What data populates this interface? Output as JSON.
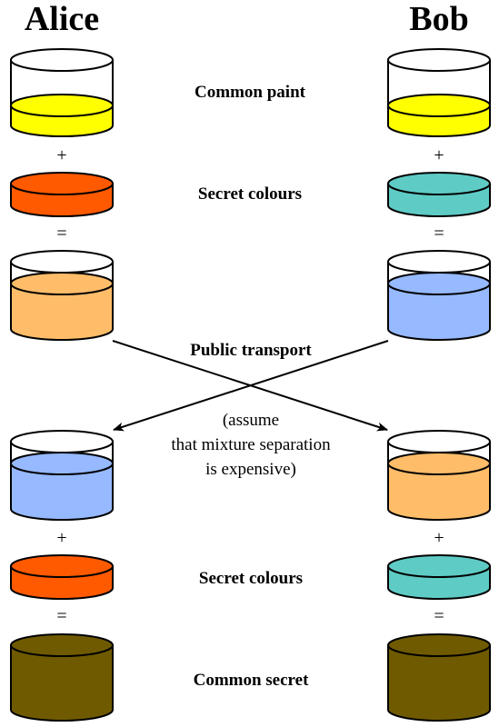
{
  "parties": {
    "left": "Alice",
    "right": "Bob"
  },
  "labels": {
    "common_paint": "Common paint",
    "secret_colours_top": "Secret colours",
    "public_transport": "Public transport",
    "note": [
      "(assume",
      "that mixture separation",
      "is expensive)"
    ],
    "secret_colours_bottom": "Secret colours",
    "common_secret": "Common secret"
  },
  "operators": {
    "plus": "+",
    "equals": "="
  },
  "colors": {
    "common_paint": "#ffff00",
    "alice_secret": "#ff5a00",
    "bob_secret": "#5fcbc5",
    "alice_mixture": "#ffbd69",
    "bob_mixture": "#96b9ff",
    "common_secret": "#6f5a00"
  },
  "icons": {
    "container": "paint-pot-icon",
    "arrow": "arrow-head-icon"
  }
}
